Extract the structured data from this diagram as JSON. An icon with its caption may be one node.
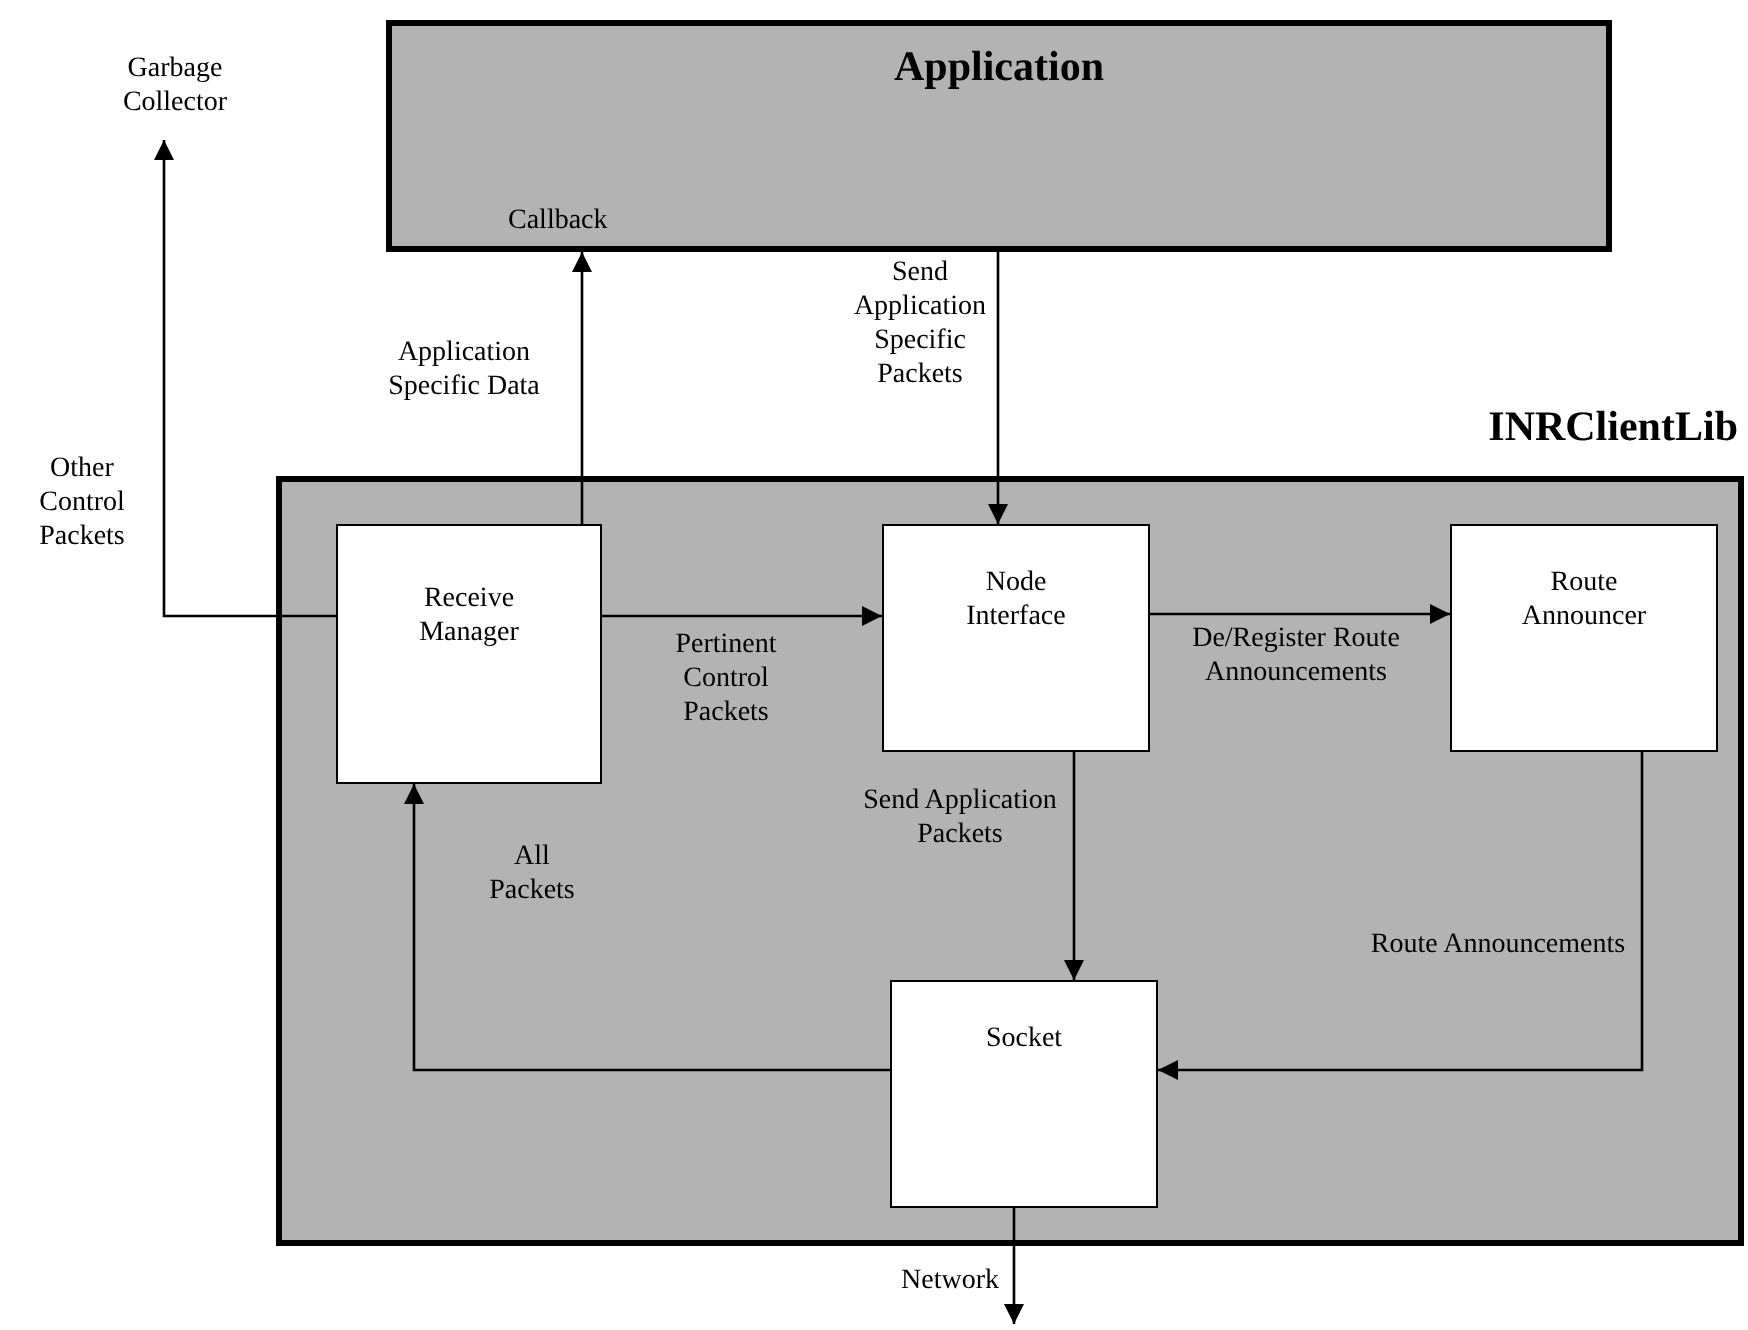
{
  "diagram": {
    "nodes": [
      {
        "text": [
          "Application",
          "Callback"
        ]
      },
      {
        "text": [
          "INRClientLib"
        ]
      },
      {
        "text": [
          "Receive Manager"
        ],
        "in": 1
      },
      {
        "text": [
          "Node Interface"
        ],
        "in": 1
      },
      {
        "text": [
          "Route Announcer"
        ],
        "in": 1
      },
      {
        "text": [
          "Socket"
        ],
        "in": 1
      },
      {
        "text": [
          "Garbage Collector"
        ]
      }
    ],
    "edges": [
      {
        "from": 2,
        "to": 6,
        "arrow": "to",
        "label": "Other Control Packets"
      },
      {
        "from": 2,
        "to": 0,
        "arrow": "to",
        "label": "Application Specific Data"
      },
      {
        "from": 0,
        "to": 3,
        "arrow": "to",
        "label": "Send Application Specific Packets"
      },
      {
        "from": 2,
        "to": 3,
        "arrow": "to",
        "label": "Pertinent Control Packets"
      },
      {
        "from": 3,
        "to": 4,
        "arrow": "to",
        "label": "De/Register Route Announcements"
      },
      {
        "from": 3,
        "to": 5,
        "arrow": "to",
        "label": "Send Application Packets"
      },
      {
        "from": 4,
        "to": 5,
        "arrow": "to",
        "label": "Route Announcements"
      },
      {
        "from": 5,
        "to": 2,
        "arrow": "to",
        "label": "All Packets"
      },
      {
        "from": 5,
        "to": null,
        "arrow": "to",
        "label": "Network"
      }
    ]
  }
}
